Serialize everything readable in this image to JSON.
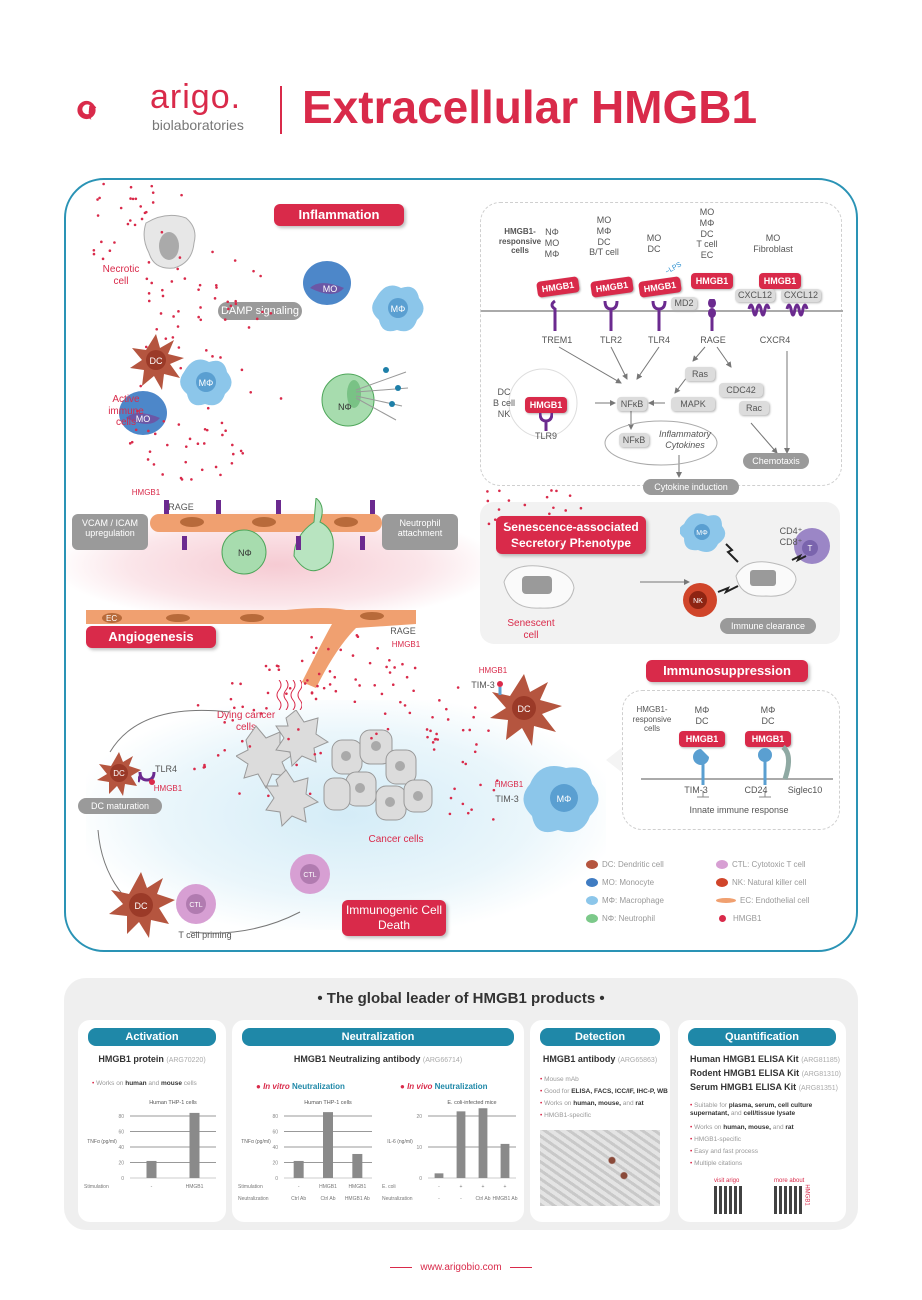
{
  "header": {
    "logo_word": "arigo.",
    "logo_sub": "biolaboratories",
    "title": "Extracellular HMGB1"
  },
  "colors": {
    "brand_red": "#d92a4a",
    "teal": "#1f88a8",
    "panel_border": "#2a93b5"
  },
  "inflammation": {
    "label": "Inflammation",
    "necrotic_cell": "Necrotic cell",
    "active_immune_cells": "Active immune cells",
    "damp": "DAMP signaling",
    "cells": [
      "DC",
      "MΦ",
      "MO",
      "MO",
      "MΦ",
      "NΦ"
    ]
  },
  "receptors_panel": {
    "responsive_label": "HMGB1-responsive cells",
    "columns": [
      {
        "cells": "NΦ\nMO\nMΦ",
        "receptor": "TREM1"
      },
      {
        "cells": "MO\nMΦ\nDC\nB/T cell",
        "receptor": "TLR2"
      },
      {
        "cells": "MO\nDC",
        "receptor": "TLR4",
        "extra": "MD2",
        "lps": "~LPS"
      },
      {
        "cells": "MO\nMΦ\nDC\nT cell\nEC",
        "receptor": "RAGE"
      },
      {
        "cells": "MO\nFibroblast",
        "receptor": "CXCR4",
        "ligands": [
          "CXCL12",
          "CXCL12"
        ]
      }
    ],
    "hmgb1": "HMGB1",
    "tlr9_cells": "DC\nB cell\nNK",
    "tlr9": "TLR9",
    "nfkb": "NFκB",
    "ras": "Ras",
    "mapk": "MAPK",
    "cdc42": "CDC42",
    "rac": "Rac",
    "inflammatory_cytokines": "Inflammatory Cytokines",
    "cytokine_induction": "Cytokine induction",
    "chemotaxis": "Chemotaxis"
  },
  "vascular": {
    "hmgb1": "HMGB1",
    "rage": "RAGE",
    "vcam": "VCAM / ICAM upregulation",
    "neutrophil_attachment": "Neutrophil attachment",
    "np": "NΦ",
    "ec": "EC",
    "angiogenesis": "Angiogenesis",
    "rage2": "RAGE",
    "hmgb1_2": "HMGB1"
  },
  "sasp": {
    "label": "Senescence-associated Secretory Phenotype",
    "senescent_cell": "Senescent cell",
    "immune_clearance": "Immune clearance",
    "cd": "CD4⁺\nCD8⁺",
    "t": "T",
    "nk": "NK",
    "mp": "MΦ"
  },
  "immunosuppression": {
    "label": "Immunosuppression",
    "responsive_label": "HMGB1-responsive cells",
    "col1_cells": "MΦ\nDC",
    "col2_cells": "MΦ\nDC",
    "hmgb1": "HMGB1",
    "tim3": "TIM-3",
    "cd24": "CD24",
    "siglec10": "Siglec10",
    "innate": "Innate immune response",
    "dc_hmgb1": "HMGB1",
    "dc_tim3": "TIM-3",
    "mp_hmgb1": "HMGB1",
    "mp_tim3": "TIM-3"
  },
  "icd": {
    "dying": "Dying cancer cells",
    "tlr4": "TLR4",
    "hmgb1": "HMGB1",
    "dc_maturation": "DC maturation",
    "cancer_cells": "Cancer cells",
    "t_cell_priming": "T cell priming",
    "label": "Immunogenic Cell Death",
    "dc": "DC",
    "ctl": "CTL"
  },
  "legend": [
    {
      "label": "DC: Dendritic cell",
      "color": "#b5553f"
    },
    {
      "label": "MO: Monocyte",
      "color": "#3f7cc2"
    },
    {
      "label": "MΦ: Macrophage",
      "color": "#8cc6ea"
    },
    {
      "label": "NΦ: Neutrophil",
      "color": "#7cc98a"
    },
    {
      "label": "CTL: Cytotoxic T cell",
      "color": "#d79fd3"
    },
    {
      "label": "NK: Natural killer cell",
      "color": "#d0452a"
    },
    {
      "label": "EC: Endothelial cell",
      "color": "#f0a070"
    },
    {
      "label": "HMGB1",
      "color": "#d92a4a"
    }
  ],
  "products": {
    "title": "• The global leader of HMGB1 products •",
    "activation": {
      "head": "Activation",
      "name": "HMGB1 protein",
      "code": "(ARG70220)",
      "bullet": "Works on human and mouse cells"
    },
    "neutralization": {
      "head": "Neutralization",
      "name": "HMGB1 Neutralizing antibody",
      "code": "(ARG66714)",
      "invitro_a": "In vitro",
      "invitro_b": "Neutralization",
      "invivo_a": "In vivo",
      "invivo_b": "Neutralization"
    },
    "detection": {
      "head": "Detection",
      "name": "HMGB1 antibody",
      "code": "(ARG65863)",
      "bullets": [
        "Mouse mAb",
        "Good for ELISA, FACS, ICC/IF, IHC-P, WB",
        "Works on human, mouse, and rat",
        "HMGB1-specific"
      ]
    },
    "quantification": {
      "head": "Quantification",
      "kits": [
        {
          "name": "Human HMGB1 ELISA Kit",
          "code": "(ARG81185)"
        },
        {
          "name": "Rodent HMGB1 ELISA Kit",
          "code": "(ARG81310)"
        },
        {
          "name": "Serum HMGB1 ELISA Kit",
          "code": "(ARG81351)"
        }
      ],
      "bullets": [
        "Suitable for plasma, serum, cell culture supernatant, and cell/tissue lysate",
        "Works on human, mouse, and rat",
        "HMGB1-specific",
        "Easy and fast process",
        "Multiple citations"
      ],
      "qr1": "visit arigo",
      "qr2": "more about",
      "qr2_side": "HMGB1"
    }
  },
  "chart_data": [
    {
      "type": "bar",
      "title": "Human THP-1 cells",
      "ylabel": "TNFα (pg/ml)",
      "ylim": [
        0,
        80
      ],
      "yticks": [
        0,
        20,
        40,
        60,
        80
      ],
      "row_labels": [
        "Stimulation"
      ],
      "categories": [
        [
          "-"
        ],
        [
          "HMGB1"
        ]
      ],
      "values": [
        22,
        84
      ]
    },
    {
      "type": "bar",
      "title": "Human THP-1 cells",
      "ylabel": "TNFα (pg/ml)",
      "ylim": [
        0,
        80
      ],
      "yticks": [
        0,
        20,
        40,
        60,
        80
      ],
      "row_labels": [
        "Stimulation",
        "Neutralization"
      ],
      "categories": [
        [
          "-",
          "Ctrl Ab"
        ],
        [
          "HMGB1",
          "Ctrl Ab"
        ],
        [
          "HMGB1",
          "HMGB1 Ab"
        ]
      ],
      "values": [
        22,
        85,
        31
      ]
    },
    {
      "type": "bar",
      "title": "E. coli-infected mice",
      "ylabel": "IL-6 (ng/ml)",
      "ylim": [
        0,
        20
      ],
      "yticks": [
        0,
        10,
        20
      ],
      "row_labels": [
        "E. coli",
        "Neutralization"
      ],
      "categories": [
        [
          "-",
          "-"
        ],
        [
          "+",
          "-"
        ],
        [
          "+",
          "Ctrl Ab"
        ],
        [
          "+",
          "HMGB1 Ab"
        ]
      ],
      "values": [
        1.5,
        21.5,
        22.5,
        11
      ]
    }
  ],
  "footer": "www.arigobio.com"
}
